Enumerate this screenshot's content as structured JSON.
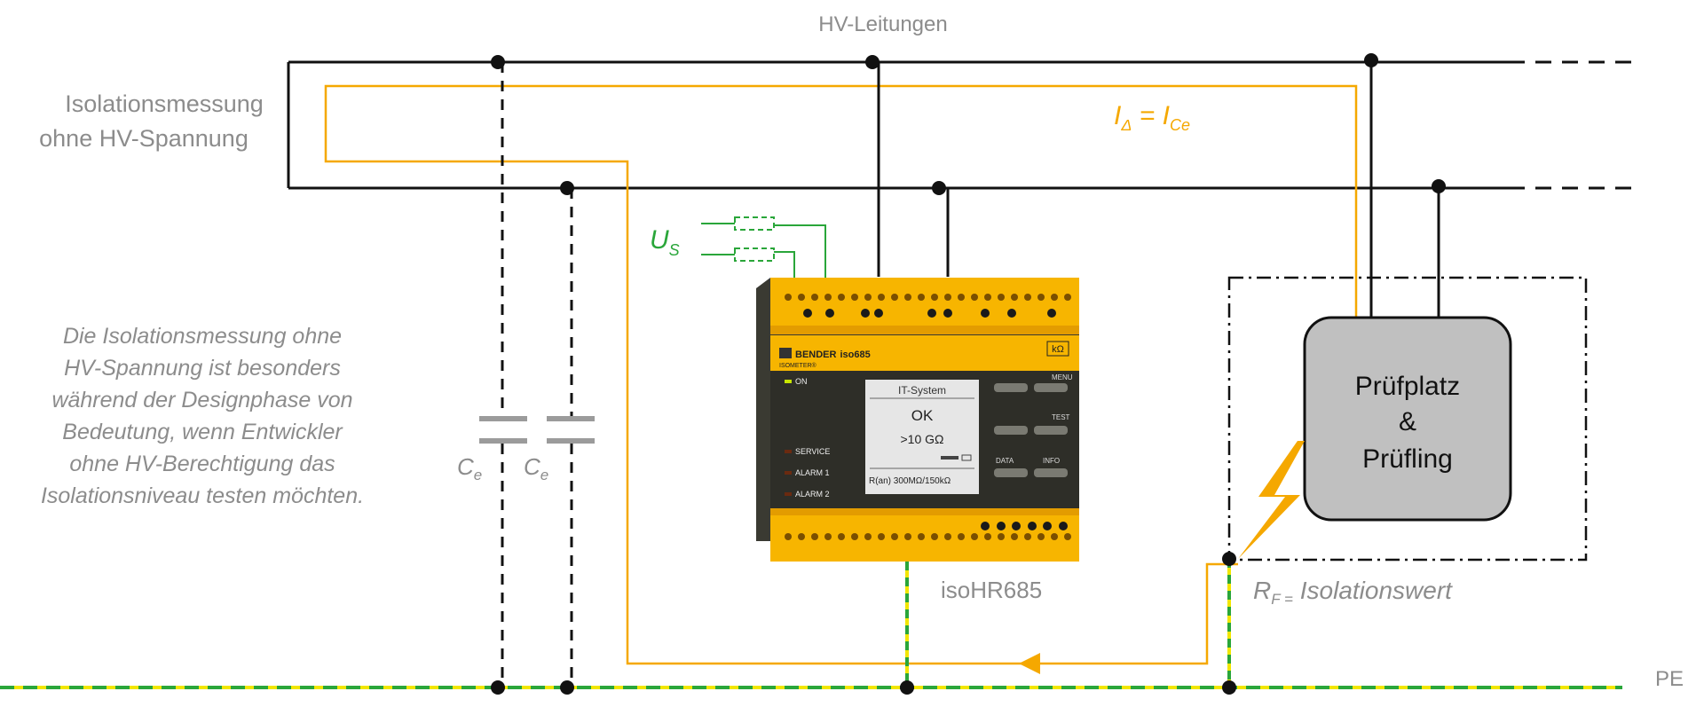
{
  "header": {
    "title": "HV-Leitungen"
  },
  "left_label": {
    "line1": "Isolationsmessung",
    "line2": "ohne HV-Spannung"
  },
  "description": {
    "lines": [
      "Die Isolationsmessung ohne",
      "HV-Spannung ist besonders",
      "während der Designphase von",
      "Bedeutung, wenn Entwickler",
      "ohne HV-Berechtigung das",
      "Isolationsniveau testen möchten."
    ]
  },
  "formula": {
    "lhs": "I",
    "lhs_sub": "Δ",
    "eq": " = ",
    "rhs": "I",
    "rhs_sub": "Ce"
  },
  "source": {
    "label": "U",
    "sub": "S"
  },
  "capacitors": [
    {
      "label": "C",
      "sub": "e"
    },
    {
      "label": "C",
      "sub": "e"
    }
  ],
  "device": {
    "brand": "BENDER",
    "model_short": "iso685",
    "series": "ISOMETER®",
    "unit_badge": "kΩ",
    "on_led": "ON",
    "display": {
      "line1": "IT-System",
      "line2": "OK",
      "line3": ">10 GΩ",
      "line4": "R(an)   300MΩ/150kΩ"
    },
    "leds": [
      "SERVICE",
      "ALARM 1",
      "ALARM 2"
    ],
    "buttons": [
      "MENU",
      "TEST",
      "DATA",
      "INFO"
    ],
    "caption": "isoHR685"
  },
  "test_object": {
    "line1": "Prüfplatz",
    "line2": "&",
    "line3": "Prüfling"
  },
  "fault": {
    "label": "R",
    "sub": "F =",
    "text": " Isolationswert"
  },
  "pe_label": "PE",
  "colors": {
    "line": "#111111",
    "orange": "#f5a800",
    "green": "#2aa63a",
    "yellow": "#f2e600",
    "device_yellow": "#f7b500",
    "box_gray": "#c0c0c0",
    "text_gray": "#8c8c8c"
  }
}
